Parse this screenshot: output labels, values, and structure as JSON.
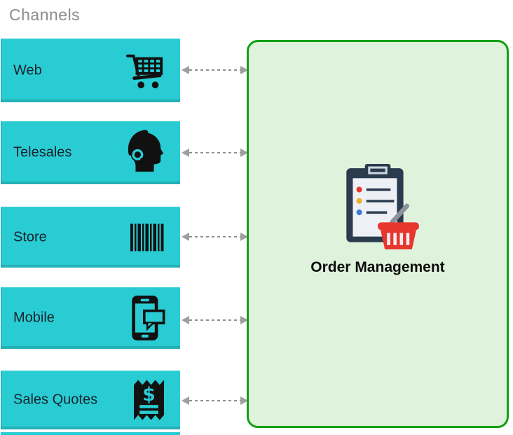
{
  "title": "Channels",
  "channels": [
    {
      "label": "Web",
      "icon": "shopping-cart-icon"
    },
    {
      "label": "Telesales",
      "icon": "headset-agent-icon"
    },
    {
      "label": "Store",
      "icon": "barcode-icon"
    },
    {
      "label": "Mobile",
      "icon": "smartphone-chat-icon"
    },
    {
      "label": "Sales Quotes",
      "icon": "receipt-dollar-icon"
    }
  ],
  "target": {
    "label": "Order Management",
    "icon": "clipboard-basket-icon"
  },
  "connections": {
    "count": 5,
    "style": "dashed-double-headed-arrow"
  },
  "colors": {
    "channel_fill": "#2accd3",
    "channel_edge": "#1db0b9",
    "target_fill": "#dff2db",
    "target_border": "#12a012",
    "arrow_gray": "#9e9e9e",
    "title_gray": "#8b8b8b",
    "label_dark": "#17232e",
    "icon_black": "#111111",
    "clipboard_navy": "#2b3b4e",
    "paper_white": "#edf1f5",
    "basket_red": "#e8352e",
    "handle_gray": "#8d939c",
    "dot_red": "#e23a2e",
    "dot_yellow": "#efb02e",
    "dot_blue": "#3a7bd5"
  }
}
